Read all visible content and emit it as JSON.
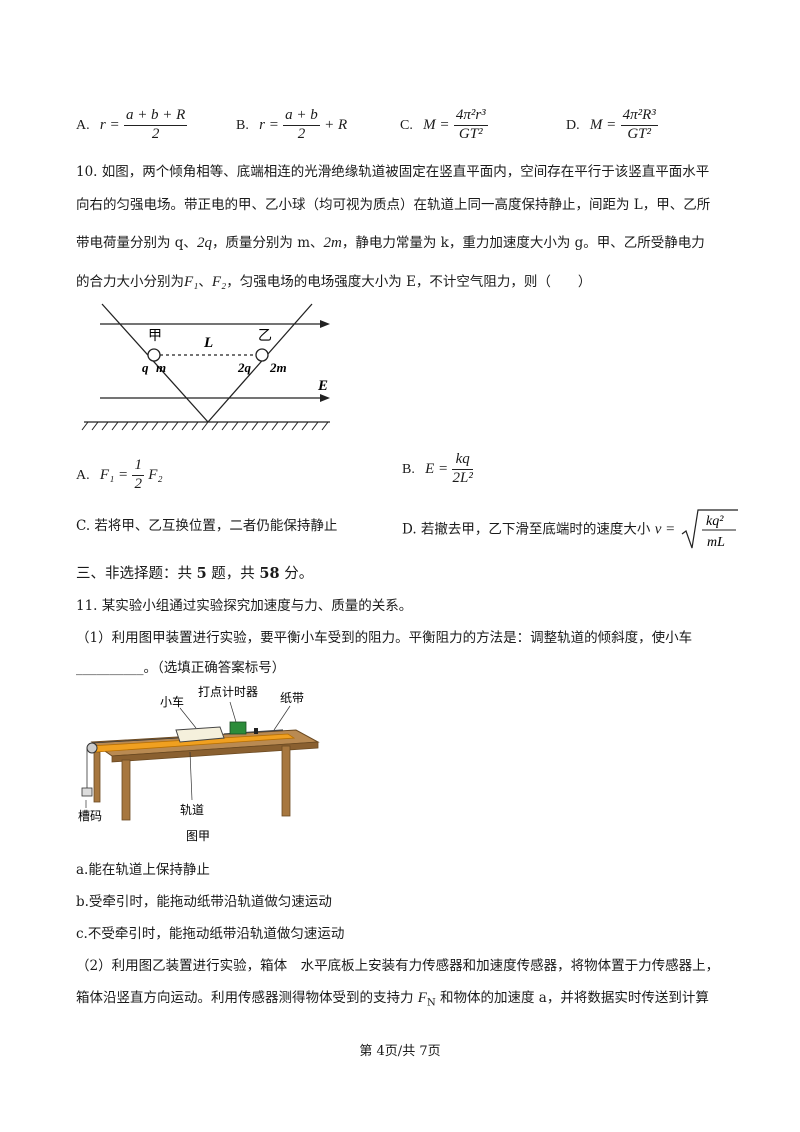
{
  "q9_options": {
    "A": {
      "letter": "A.",
      "lhs": "r =",
      "num": "a + b + R",
      "den": "2"
    },
    "B": {
      "letter": "B.",
      "lhs": "r =",
      "num": "a + b",
      "den": "2",
      "tail": "+ R"
    },
    "C": {
      "letter": "C.",
      "lhs": "M =",
      "num": "4π²r³",
      "den": "GT²"
    },
    "D": {
      "letter": "D.",
      "lhs": "M =",
      "num": "4π²R³",
      "den": "GT²"
    }
  },
  "q10": {
    "line1": "10. 如图，两个倾角相等、底端相连的光滑绝缘轨道被固定在竖直平面内，空间存在平行于该竖直平面水平",
    "line2": "向右的匀强电场。带正电的甲、乙小球（均可视为质点）在轨道上同一高度保持静止，间距为 L，甲、乙所",
    "line3a": "带电荷量分别为 q、",
    "line3b": "2q",
    "line3c": "，质量分别为 m、",
    "line3d": "2m",
    "line3e": "，静电力常量为 k，重力加速度大小为 g。甲、乙所受静电力",
    "line4a": "的合力大小分别为",
    "line4b": "F₁",
    "line4c": "、",
    "line4d": "F₂",
    "line4e": "，匀强电场的电场强度大小为 E，不计空气阻力，则（　　）",
    "figure": {
      "jia": "甲",
      "yi": "乙",
      "L": "L",
      "q": "q",
      "m": "m",
      "2q": "2q",
      "2m": "2m",
      "E": "E"
    },
    "optA": {
      "letter": "A.",
      "lhs": "F₁ =",
      "num": "1",
      "den": "2",
      "tail": "F₂"
    },
    "optB": {
      "letter": "B.",
      "lhs": "E =",
      "num": "kq",
      "den": "2L²"
    },
    "optC": {
      "text": "C.  若将甲、乙互换位置，二者仍能保持静止"
    },
    "optD": {
      "text": "D.  若撤去甲，乙下滑至底端时的速度大小",
      "lhs": "v =",
      "num": "kq²",
      "den": "mL"
    }
  },
  "section3": {
    "title_a": "三、非选择题：共 ",
    "title_b": "5",
    "title_c": " 题，共 ",
    "title_d": "58",
    "title_e": " 分。"
  },
  "q11": {
    "intro": "11. 某实验小组通过实验探究加速度与力、质量的关系。",
    "p1": "（1）利用图甲装置进行实验，要平衡小车受到的阻力。平衡阻力的方法是：调整轨道的倾斜度，使小车",
    "p1b": "__________。（选填正确答案标号）",
    "figure": {
      "dasqi": "打点计时器",
      "xiaoche": "小车",
      "zhidai": "纸带",
      "caoma": "槽码",
      "guidao": "轨道",
      "caption": "图甲"
    },
    "a": "a.能在轨道上保持静止",
    "b": "b.受牵引时，能拖动纸带沿轨道做匀速运动",
    "c": "c.不受牵引时，能拖动纸带沿轨道做匀速运动",
    "p2": "（2）利用图乙装置进行实验，箱体　水平底板上安装有力传感器和加速度传感器，将物体置于力传感器上，",
    "p2b_a": "箱体沿竖直方向运动。利用传感器测得物体受到的支持力",
    "p2b_b": "F",
    "p2b_c": "N",
    "p2b_d": " 和物体的加速度 a，并将数据实时传送到计算"
  },
  "footer": "第 4页/共 7页"
}
